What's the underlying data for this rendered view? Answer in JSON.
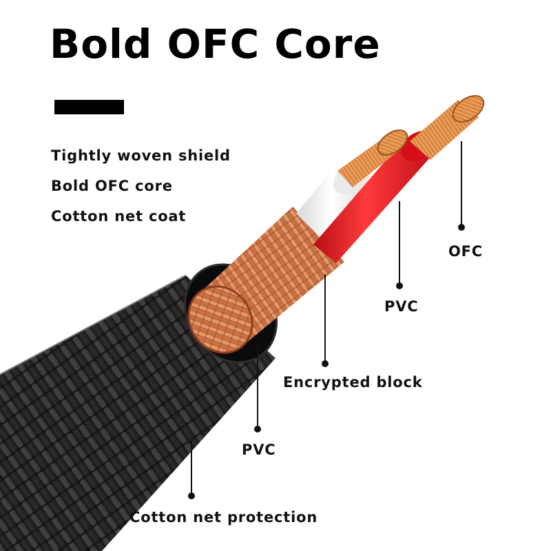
{
  "title": "Bold OFC Core",
  "features": [
    "Tightly woven shield",
    "Bold OFC core",
    "Cotton net coat"
  ],
  "callouts": {
    "ofc": "OFC",
    "pvc_inner": "PVC",
    "encrypted_block": "Encrypted block",
    "pvc_outer": "PVC",
    "cotton_net_protection": "Cotton net protection"
  },
  "colors": {
    "copper": "#d9843f",
    "red_insulation": "#e0161c",
    "white_insulation": "#f4f4f4",
    "shield_copper": "#c9683c",
    "jacket_black": "#1a1a1a"
  }
}
